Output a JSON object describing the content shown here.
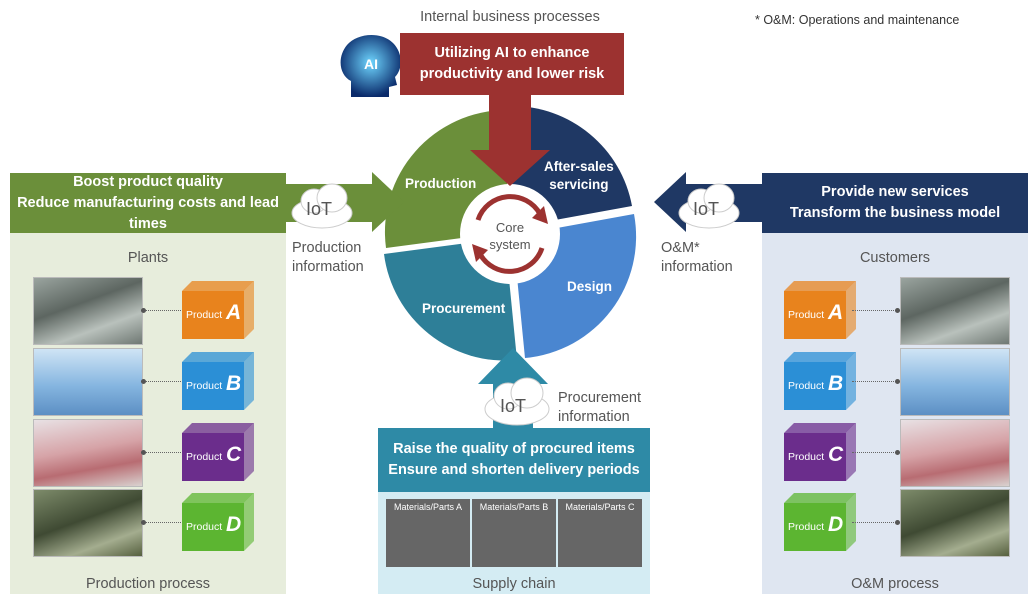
{
  "footnote": "* O&M: Operations and maintenance",
  "internal": {
    "title": "Internal business processes",
    "banner_line1": "Utilizing AI to enhance",
    "banner_line2": "productivity and lower risk",
    "ai_badge": "AI"
  },
  "cycle": {
    "center_line1": "Core",
    "center_line2": "system",
    "segments": [
      "Production",
      "After-sales servicing",
      "Design",
      "Procurement"
    ],
    "seg_production": "Production",
    "seg_aftersales_1": "After-sales",
    "seg_aftersales_2": "servicing",
    "seg_design": "Design",
    "seg_procurement": "Procurement",
    "colors": {
      "production": "#6b8f3a",
      "aftersales": "#1f3864",
      "design": "#4a86d0",
      "procurement": "#2e7f98",
      "arrow": "#9c3230"
    }
  },
  "iot_label": "IoT",
  "production_info_1": "Production",
  "production_info_2": "information",
  "om_info_1": "O&M*",
  "om_info_2": "information",
  "procurement_info_1": "Procurement",
  "procurement_info_2": "information",
  "plants": {
    "banner_line1": "Boost product quality",
    "banner_line2": "Reduce manufacturing costs and lead times",
    "title": "Plants",
    "footer": "Production process",
    "products": [
      {
        "label": "Product",
        "letter": "A",
        "color": "#e8831d"
      },
      {
        "label": "Product",
        "letter": "B",
        "color": "#2b8fd6"
      },
      {
        "label": "Product",
        "letter": "C",
        "color": "#6b2d8c"
      },
      {
        "label": "Product",
        "letter": "D",
        "color": "#5cb531"
      }
    ]
  },
  "customers": {
    "banner_line1": "Provide new services",
    "banner_line2": "Transform the business model",
    "title": "Customers",
    "footer": "O&M process"
  },
  "supply": {
    "banner_line1": "Raise the quality of procured items",
    "banner_line2": "Ensure and shorten delivery periods",
    "footer": "Supply chain",
    "materials": [
      "Materials/Parts A",
      "Materials/Parts B",
      "Materials/Parts C"
    ]
  }
}
